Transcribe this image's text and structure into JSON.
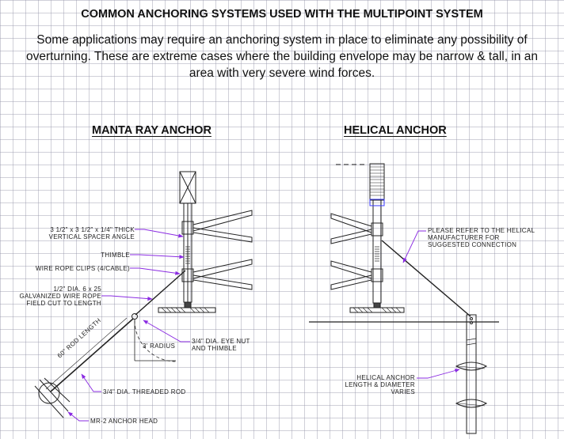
{
  "title": "COMMON ANCHORING SYSTEMS USED WITH THE MULTIPOINT SYSTEM",
  "intro": "Some applications may require an anchoring system in place to eliminate any possibility of overturning. These are extreme cases where the building envelope may be narrow & tall, in an area with very severe wind forces.",
  "manta": {
    "heading": "MANTA RAY ANCHOR",
    "labels": {
      "spacer_angle": "3 1/2\" x 3 1/2\" x 1/4\" THICK\nVERTICAL SPACER ANGLE",
      "thimble": "THIMBLE",
      "wire_rope_clips": "WIRE ROPE CLIPS (4/CABLE)",
      "wire_rope": "1/2\" DIA. 6 x 25\nGALVANIZED WIRE ROPE\nFIELD CUT TO LENGTH",
      "rod_length": "60\" ROD LENGTH",
      "radius": "3' RADIUS",
      "eye_nut": "3/4\" DIA. EYE NUT\nAND THIMBLE",
      "threaded_rod": "3/4\" DIA. THREADED ROD",
      "anchor_head": "MR-2 ANCHOR HEAD"
    }
  },
  "helical": {
    "heading": "HELICAL ANCHOR",
    "labels": {
      "refer": "PLEASE REFER TO THE HELICAL\nMANUFACTURER FOR\nSUGGESTED CONNECTION",
      "length": "HELICAL ANCHOR\nLENGTH & DIAMETER\nVARIES"
    }
  },
  "colors": {
    "leader": "#8a2be2",
    "linework": "#222222",
    "grid": "#9696aa"
  }
}
